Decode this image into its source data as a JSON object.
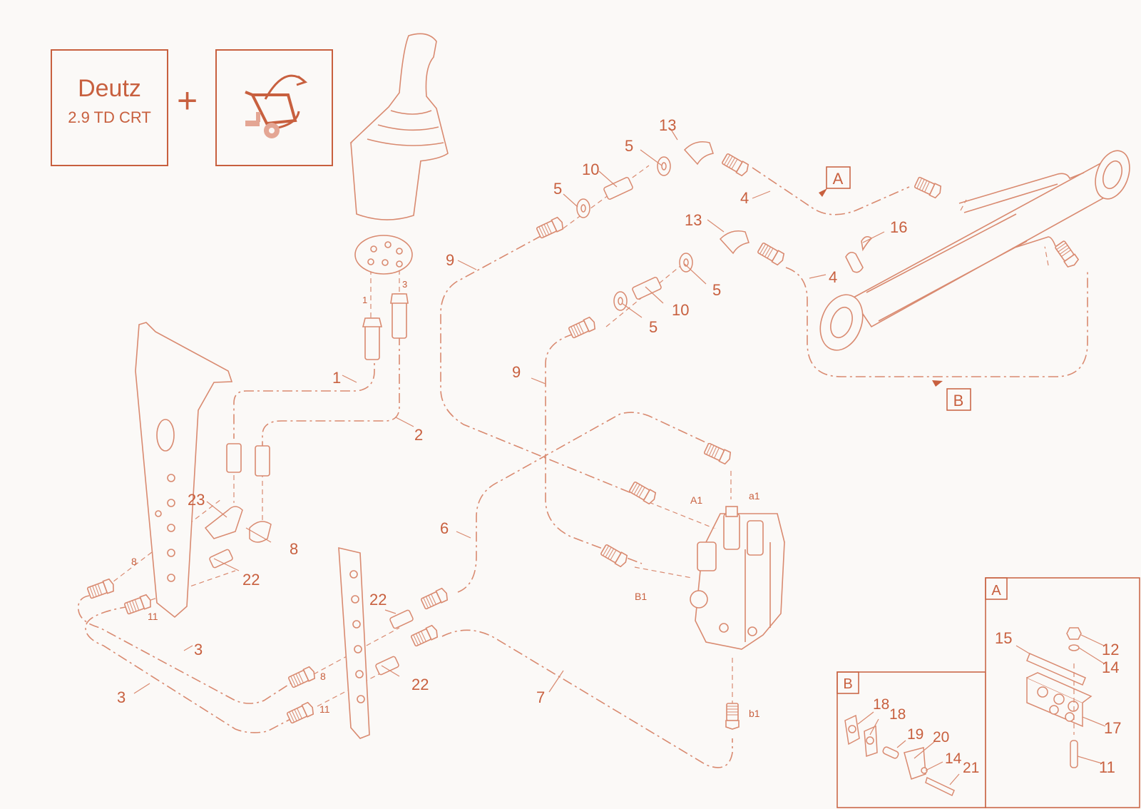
{
  "header": {
    "engine_brand": "Deutz",
    "engine_model": "2.9 TD CRT",
    "plus": "+",
    "function_icon": "tipper-dump-rotate-icon"
  },
  "colors": {
    "accent": "#c8603f",
    "line": "#d98a70",
    "background": "#fbf9f7"
  },
  "callouts": {
    "hose_1": "1",
    "hose_2": "2",
    "hose_3a": "3",
    "hose_3b": "3",
    "hose_4a": "4",
    "hose_4b": "4",
    "washer_5a": "5",
    "washer_5b": "5",
    "washer_5c": "5",
    "washer_5d": "5",
    "hose_6": "6",
    "hose_7": "7",
    "elbow_8": "8",
    "elbow_8_small": "8",
    "elbow_8_small_b": "8",
    "hose_9a": "9",
    "hose_9b": "9",
    "adapter_10a": "10",
    "adapter_10b": "10",
    "fitting_11a": "11",
    "fitting_11b": "11",
    "elbow_13a": "13",
    "elbow_13b": "13",
    "clip_16": "16",
    "adapter_22a": "22",
    "adapter_22b": "22",
    "adapter_22c": "22",
    "tee_23": "23",
    "joy_port_1": "1",
    "joy_port_3": "3",
    "valve_A1": "A1",
    "valve_a1": "a1",
    "valve_B1": "B1",
    "valve_b1": "b1",
    "route_A": "A",
    "route_B": "B"
  },
  "detail_A": {
    "title": "A",
    "labels": [
      "15",
      "12",
      "14",
      "17",
      "11"
    ]
  },
  "detail_B": {
    "title": "B",
    "labels": [
      "18",
      "18",
      "19",
      "20",
      "14",
      "21"
    ]
  }
}
